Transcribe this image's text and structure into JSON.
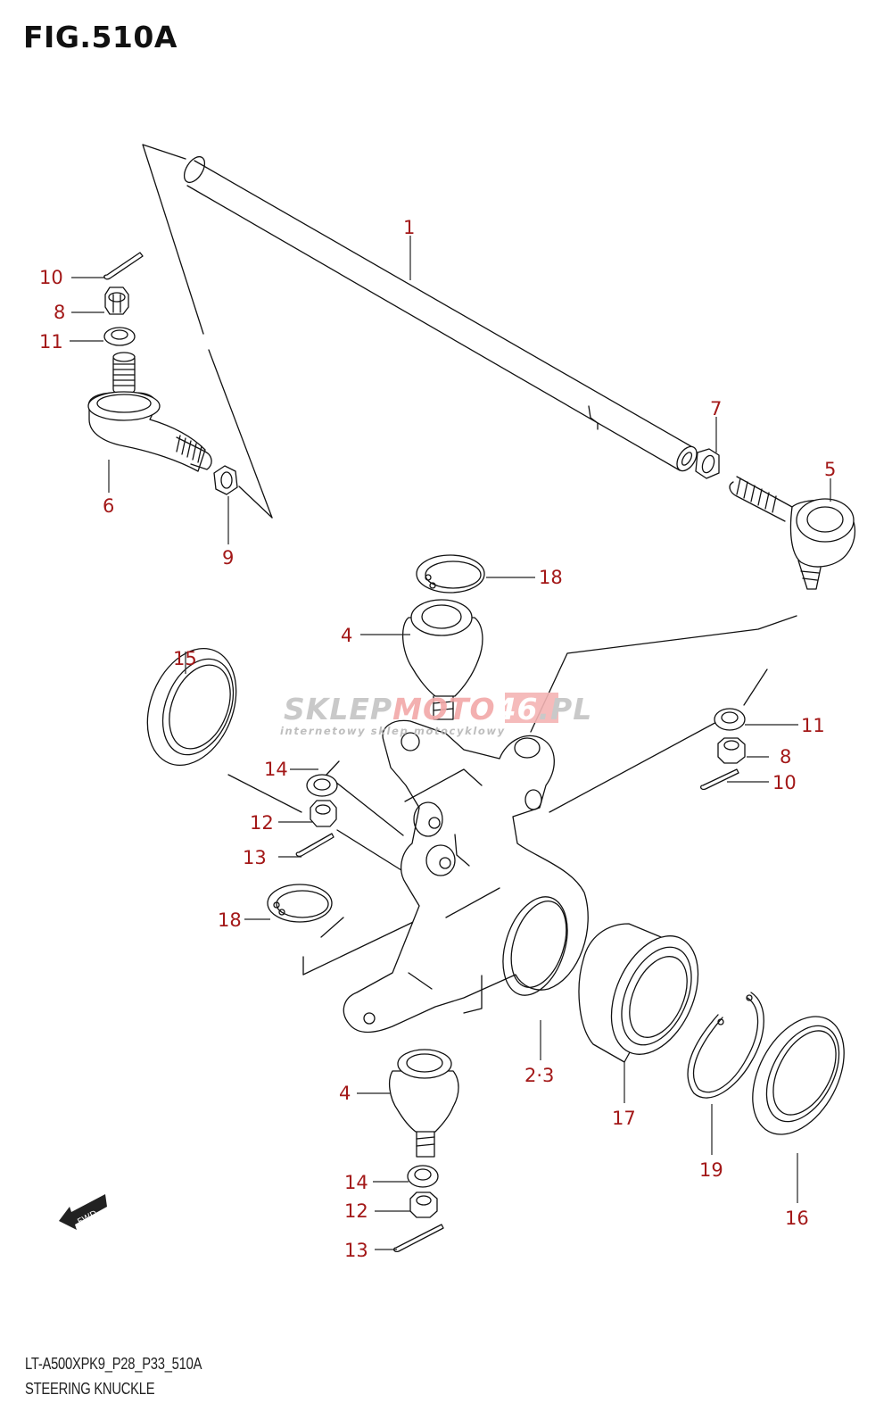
{
  "figure": {
    "title": "FIG.510A",
    "model_code": "LT-A500XPK9_P28_P33_510A",
    "name": "STEERING KNUCKLE"
  },
  "watermark": {
    "part1": "SKLEP",
    "part2": "MOTO",
    "part3": "46",
    "part4": ".PL",
    "tagline": "internetowy sklep motocyklowy",
    "colors": {
      "gray": "#c4c4c4",
      "red": "#f2a8a8"
    }
  },
  "direction_marker": {
    "label": "FWD",
    "icon": "forward-arrow-icon"
  },
  "label_color": "#a31818",
  "parts": [
    {
      "ref": "1",
      "name": "tie-rod"
    },
    {
      "ref": "2·3",
      "name": "steering-knuckle"
    },
    {
      "ref": "4",
      "name": "ball-joint-upper"
    },
    {
      "ref": "4",
      "name": "ball-joint-lower"
    },
    {
      "ref": "5",
      "name": "tie-rod-end-right"
    },
    {
      "ref": "6",
      "name": "tie-rod-end-left"
    },
    {
      "ref": "7",
      "name": "lock-nut-right"
    },
    {
      "ref": "8",
      "name": "castle-nut-left"
    },
    {
      "ref": "8",
      "name": "castle-nut-right"
    },
    {
      "ref": "9",
      "name": "lock-nut-left"
    },
    {
      "ref": "10",
      "name": "cotter-pin-left"
    },
    {
      "ref": "10",
      "name": "cotter-pin-right"
    },
    {
      "ref": "11",
      "name": "washer-left"
    },
    {
      "ref": "11",
      "name": "washer-right"
    },
    {
      "ref": "12",
      "name": "castle-nut-upper"
    },
    {
      "ref": "12",
      "name": "castle-nut-lower"
    },
    {
      "ref": "13",
      "name": "cotter-pin-upper"
    },
    {
      "ref": "13",
      "name": "cotter-pin-lower"
    },
    {
      "ref": "14",
      "name": "washer-upper"
    },
    {
      "ref": "14",
      "name": "washer-lower"
    },
    {
      "ref": "15",
      "name": "oil-seal-inner"
    },
    {
      "ref": "16",
      "name": "oil-seal-outer"
    },
    {
      "ref": "17",
      "name": "wheel-bearing"
    },
    {
      "ref": "18",
      "name": "circlip-upper"
    },
    {
      "ref": "18",
      "name": "circlip-lower"
    },
    {
      "ref": "19",
      "name": "circlip-bearing"
    }
  ]
}
